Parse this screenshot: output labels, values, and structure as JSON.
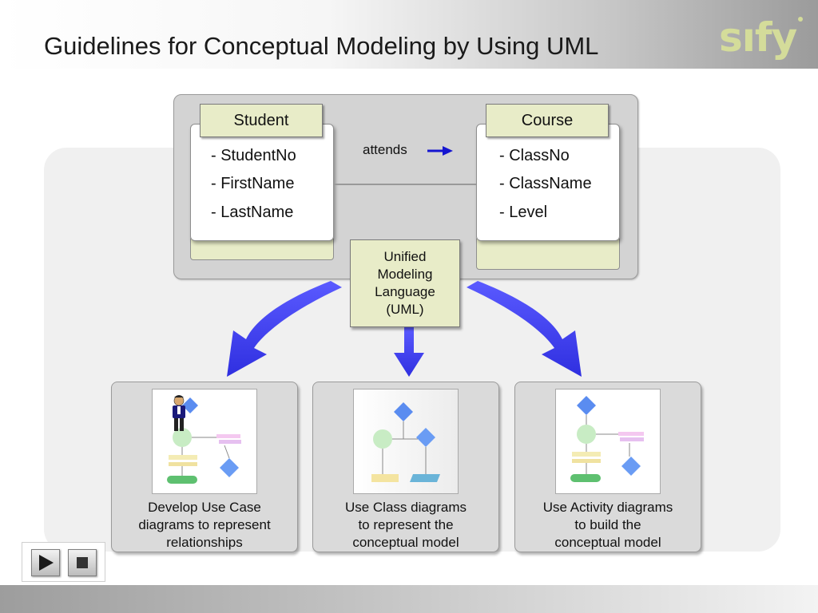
{
  "slide": {
    "title": "Guidelines for Conceptual Modeling by Using UML",
    "logo_text": "sıfy"
  },
  "class_diagram": {
    "classes": [
      {
        "name": "Student",
        "attributes": [
          "- StudentNo",
          "- FirstName",
          "- LastName"
        ]
      },
      {
        "name": "Course",
        "attributes": [
          "- ClassNo",
          "- ClassName",
          "- Level"
        ]
      }
    ],
    "association_label": "attends"
  },
  "center": {
    "label_lines": [
      "Unified",
      "Modeling",
      "Language",
      "(UML)"
    ]
  },
  "methods": [
    {
      "caption_lines": [
        "Develop Use Case",
        "diagrams to represent",
        "relationships"
      ]
    },
    {
      "caption_lines": [
        "Use Class diagrams",
        "to represent the",
        "conceptual model"
      ]
    },
    {
      "caption_lines": [
        "Use Activity diagrams",
        "to build the",
        "conceptual model"
      ]
    }
  ],
  "navigation": {
    "play_icon": "play-icon",
    "stop_icon": "stop-icon"
  },
  "colors": {
    "arrow_blue": "#3b3bf0",
    "class_header_fill": "#e8ecc8",
    "logo": "#d4dc9a"
  }
}
